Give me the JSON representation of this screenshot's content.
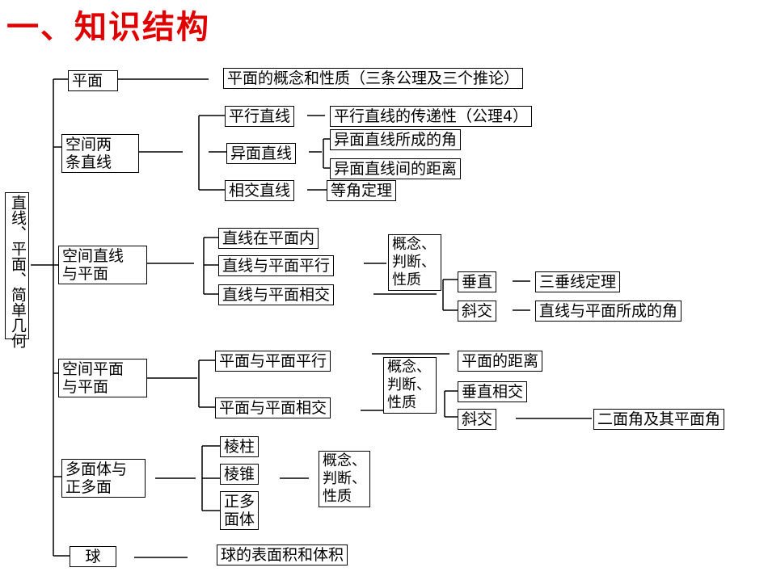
{
  "title": "一、知识结构",
  "root": "直线、平面、简单几何",
  "plane": "平面",
  "plane_concept": "平面的概念和性质（三条公理及三个推论）",
  "two_lines": "空间两\n条直线",
  "parallel_lines": "平行直线",
  "parallel_transitive": "平行直线的传递性（公理4）",
  "skew_lines": "异面直线",
  "skew_angle": "异面直线所成的角",
  "skew_distance": "异面直线间的距离",
  "intersect_lines": "相交直线",
  "equal_angle": "等角定理",
  "line_plane": "空间直线\n与平面",
  "line_in_plane": "直线在平面内",
  "line_parallel_plane": "直线与平面平行",
  "line_intersect_plane": "直线与平面相交",
  "concept1": "概念、\n判断、\n性质",
  "perpendicular": "垂直",
  "three_perp": "三垂线定理",
  "oblique": "斜交",
  "line_plane_angle": "直线与平面所成的角",
  "plane_plane": "空间平面\n与平面",
  "plane_parallel": "平面与平面平行",
  "plane_intersect": "平面与平面相交",
  "concept2": "概念、\n判断、\n性质",
  "plane_distance": "平面的距离",
  "perp_intersect": "垂直相交",
  "oblique2": "斜交",
  "dihedral": "二面角及其平面角",
  "polyhedra": "多面体与\n正多面",
  "prism": "棱柱",
  "pyramid": "棱锥",
  "regular_poly": "正多\n面体",
  "concept3": "概念、\n判断、\n性质",
  "sphere": "球",
  "sphere_area": "球的表面积和体积"
}
